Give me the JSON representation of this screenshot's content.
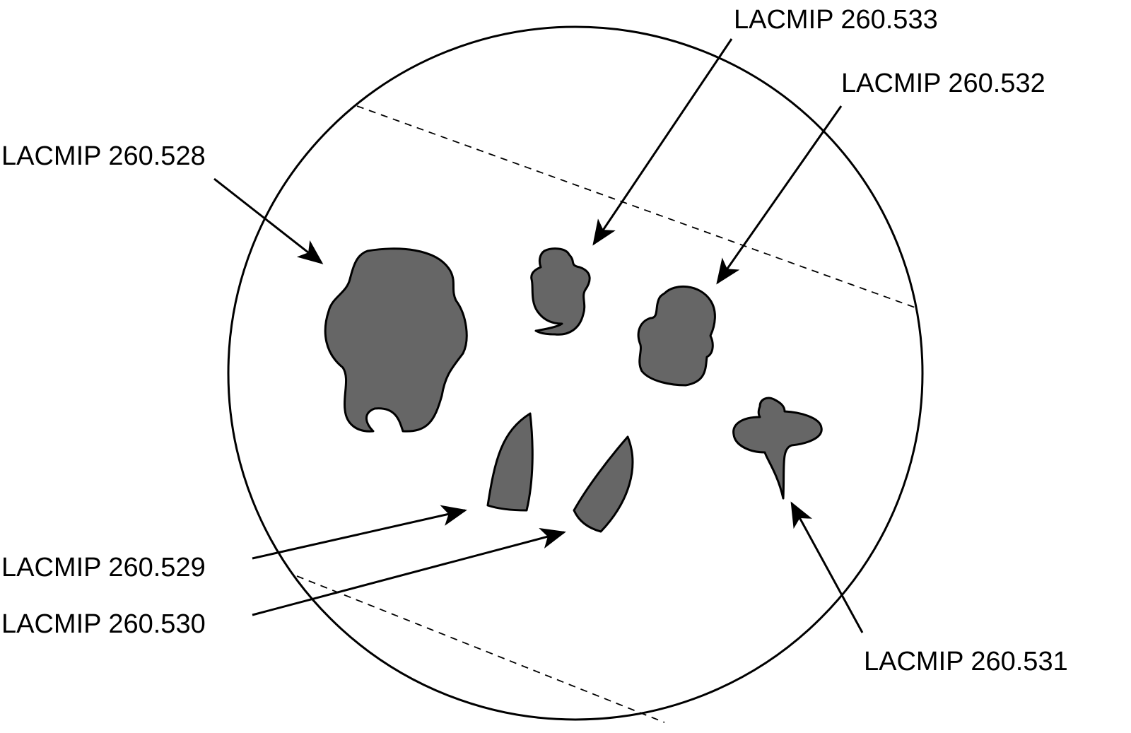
{
  "labels": {
    "s528": "LACMIP 260.528",
    "s529": "LACMIP 260.529",
    "s530": "LACMIP 260.530",
    "s531": "LACMIP 260.531",
    "s532": "LACMIP 260.532",
    "s533": "LACMIP 260.533"
  },
  "colors": {
    "specimen_fill": "#666666",
    "outline": "#000000"
  }
}
